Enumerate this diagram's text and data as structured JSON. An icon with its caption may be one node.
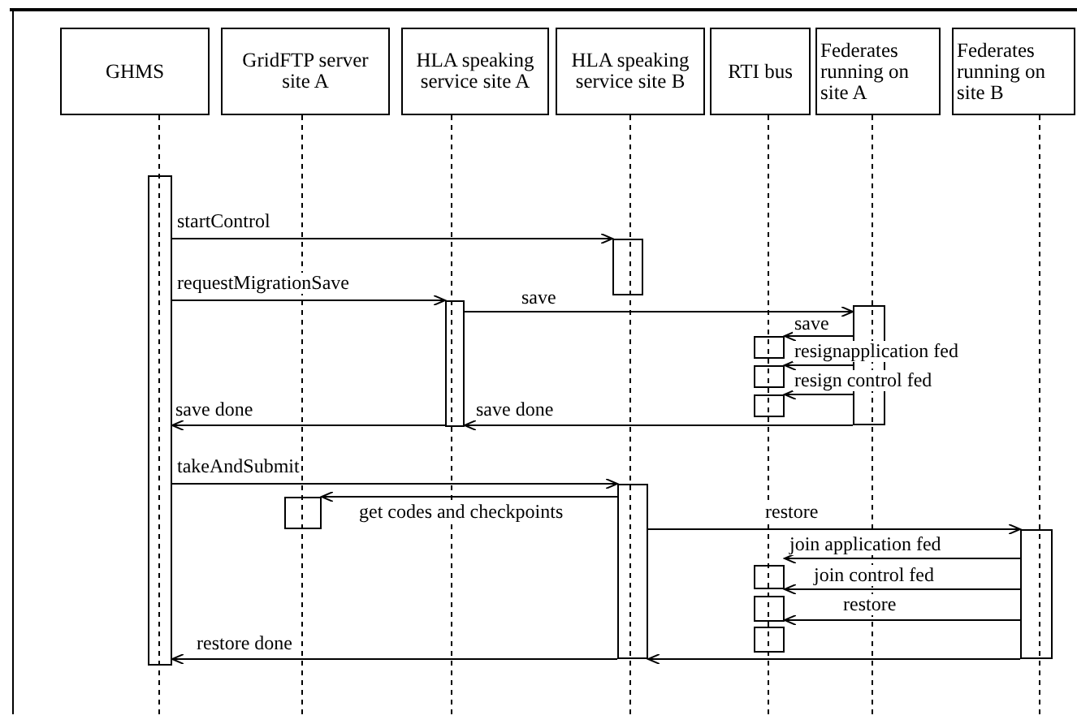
{
  "diagram": {
    "nodes": [
      {
        "text": [
          "GHMS"
        ]
      },
      {
        "text": [
          "GridFTP server site A"
        ]
      },
      {
        "text": [
          "HLA speaking service site A"
        ]
      },
      {
        "text": [
          "HLA speaking service site B"
        ]
      },
      {
        "text": [
          "RTI bus"
        ]
      },
      {
        "text": [
          "Federates running on site A"
        ]
      },
      {
        "text": [
          "Federates running on site B"
        ]
      },
      {
        "text": [],
        "shape": "bar"
      },
      {
        "text": [],
        "shape": "bar"
      },
      {
        "text": [],
        "shape": "bar"
      },
      {
        "text": [],
        "shape": "bar"
      },
      {
        "text": [],
        "shape": "bar"
      },
      {
        "text": [],
        "shape": "bar"
      },
      {
        "text": [],
        "shape": "bar"
      },
      {
        "text": [],
        "shape": "bar"
      },
      {
        "text": [],
        "shape": "bar"
      },
      {
        "text": [],
        "shape": "bar"
      },
      {
        "text": [],
        "shape": "bar"
      },
      {
        "text": [],
        "shape": "bar"
      },
      {
        "text": [],
        "shape": "bar"
      }
    ],
    "edges": [
      {
        "from": 7,
        "to": 8,
        "arrow": "to",
        "label": "startControl"
      },
      {
        "from": 7,
        "to": 9,
        "arrow": "to",
        "label": "requestMigrationSave"
      },
      {
        "from": 9,
        "to": 10,
        "arrow": "to",
        "label": "save"
      },
      {
        "from": 10,
        "to": 11,
        "arrow": "to",
        "label": "save"
      },
      {
        "from": 10,
        "to": 12,
        "arrow": "to",
        "label": "resignapplication fed"
      },
      {
        "from": 10,
        "to": 13,
        "arrow": "to",
        "label": "resign control fed"
      },
      {
        "from": 9,
        "to": 7,
        "arrow": "to",
        "label": "save done"
      },
      {
        "from": 10,
        "to": 9,
        "arrow": "to",
        "label": "save done"
      },
      {
        "from": 7,
        "to": 14,
        "arrow": "to",
        "label": "takeAndSubmit"
      },
      {
        "from": 14,
        "to": 15,
        "arrow": "to",
        "label": "get codes and checkpoints"
      },
      {
        "from": 14,
        "to": 16,
        "arrow": "to",
        "label": "restore"
      },
      {
        "from": 16,
        "to": 17,
        "arrow": "to",
        "label": "join application fed"
      },
      {
        "from": 16,
        "to": 18,
        "arrow": "to",
        "label": "join control fed"
      },
      {
        "from": 16,
        "to": 19,
        "arrow": "to",
        "label": "restore"
      },
      {
        "from": 14,
        "to": 7,
        "arrow": "to",
        "label": "restore done"
      },
      {
        "from": 16,
        "to": 14,
        "arrow": "to"
      }
    ]
  }
}
